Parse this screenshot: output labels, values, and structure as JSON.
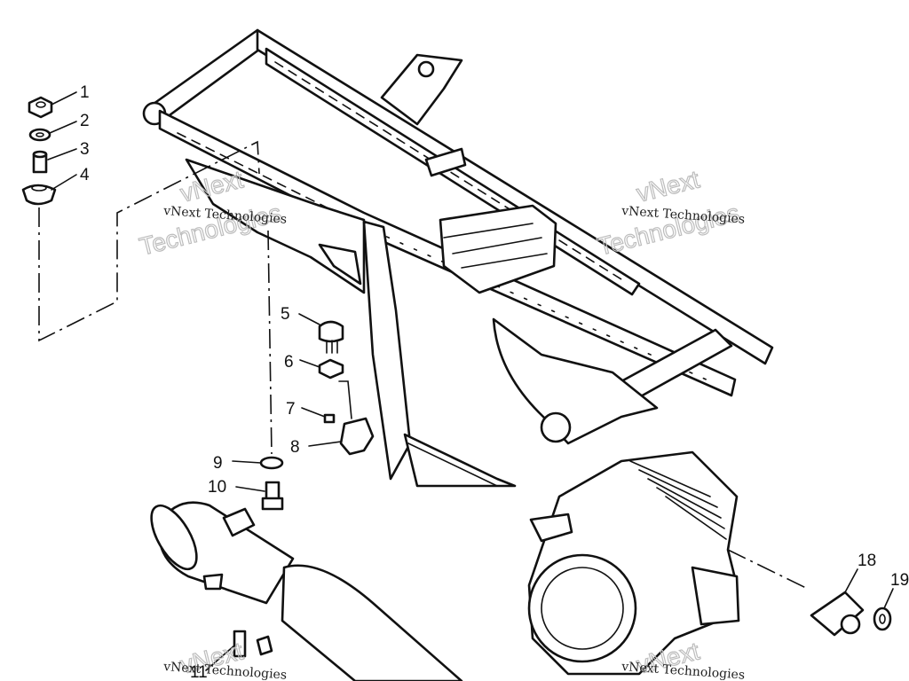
{
  "callouts": [
    {
      "id": "1",
      "label": "1"
    },
    {
      "id": "2",
      "label": "2"
    },
    {
      "id": "3",
      "label": "3"
    },
    {
      "id": "4",
      "label": "4"
    },
    {
      "id": "5",
      "label": "5"
    },
    {
      "id": "6",
      "label": "6"
    },
    {
      "id": "7",
      "label": "7"
    },
    {
      "id": "8",
      "label": "8"
    },
    {
      "id": "9",
      "label": "9"
    },
    {
      "id": "10",
      "label": "10"
    },
    {
      "id": "11",
      "label": "11"
    },
    {
      "id": "18",
      "label": "18"
    },
    {
      "id": "19",
      "label": "19"
    }
  ],
  "watermark": {
    "brand": "vNext Technologies",
    "line1": "vNext",
    "line2": "Technologies"
  },
  "colors": {
    "ink": "#111111",
    "watermark": "#bdbdbd",
    "background": "#ffffff"
  }
}
